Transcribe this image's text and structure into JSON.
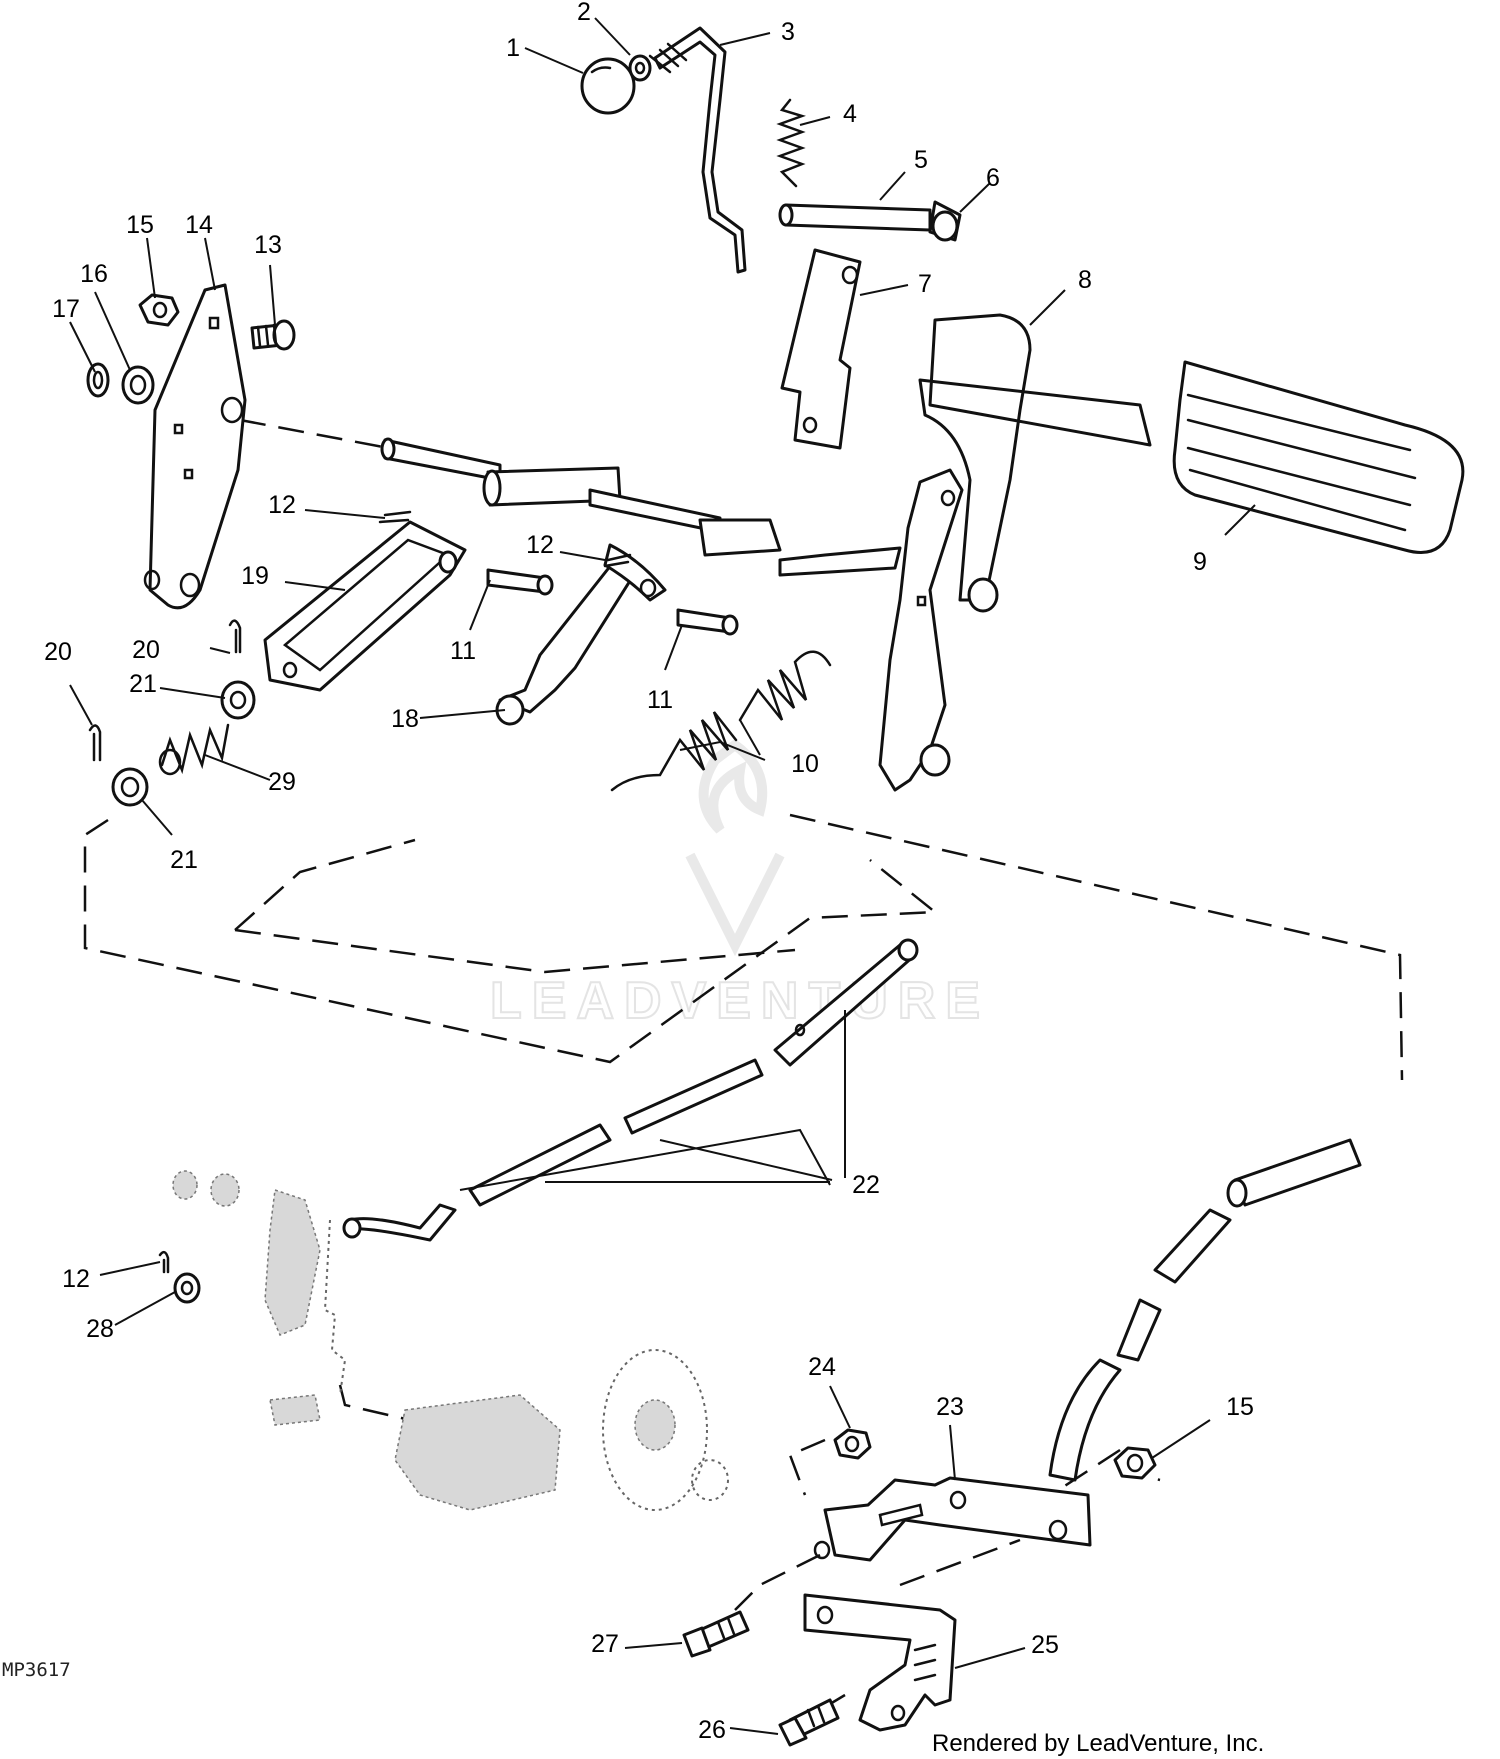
{
  "figure_code": "MP3617",
  "credit": "Rendered by LeadVenture, Inc.",
  "watermark": "LEADVENTURE",
  "callouts": {
    "c1": "1",
    "c2": "2",
    "c3": "3",
    "c4": "4",
    "c5": "5",
    "c6": "6",
    "c7": "7",
    "c8": "8",
    "c9": "9",
    "c10": "10",
    "c11a": "11",
    "c11b": "11",
    "c12a": "12",
    "c12b": "12",
    "c12c": "12",
    "c13": "13",
    "c14": "14",
    "c15a": "15",
    "c15b": "15",
    "c16": "16",
    "c17": "17",
    "c18": "18",
    "c19": "19",
    "c20a": "20",
    "c20b": "20",
    "c21a": "21",
    "c21b": "21",
    "c22": "22",
    "c23": "23",
    "c24": "24",
    "c25": "25",
    "c26": "26",
    "c27": "27",
    "c28": "28",
    "c29": "29"
  }
}
